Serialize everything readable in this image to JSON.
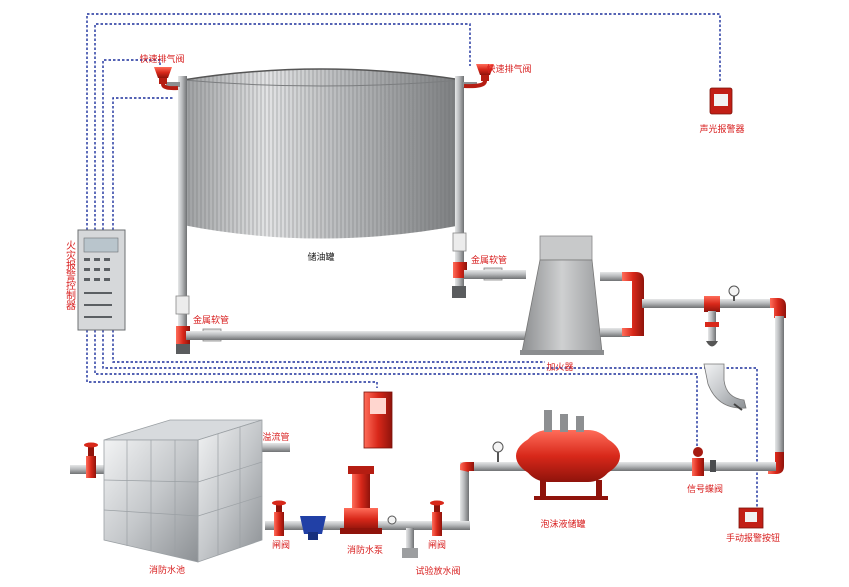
{
  "labels": {
    "vent_valve_left": "快速排气阀",
    "vent_valve_right": "快速排气阀",
    "alarm": "声光报警器",
    "controller": "火灾报警控制器",
    "tank": "储油罐",
    "hose_right": "金属软管",
    "hose_left": "金属软管",
    "heater": "加火器",
    "overflow": "溢流管",
    "pool": "消防水池",
    "gate_valve_1": "闸阀",
    "pump": "消防水泵",
    "gate_valve_2": "闸阀",
    "test_valve": "试验放水阀",
    "foam_tank": "泡沫液储罐",
    "signal_valve": "信号蝶阀",
    "manual_button": "手动报警按钮"
  },
  "colors": {
    "signal_line": "#1b2f9c",
    "pipe_red": "#e0452a",
    "pipe_gray": "#a7a9ab",
    "label_red": "#d81e1e"
  }
}
